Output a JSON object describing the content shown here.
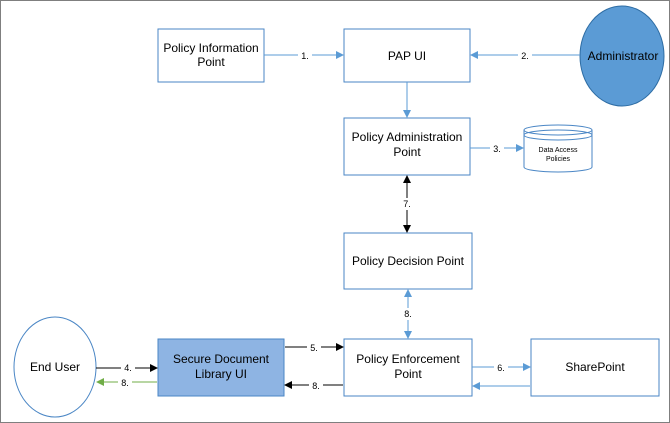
{
  "nodes": {
    "pip": {
      "line1": "Policy Information",
      "line2": "Point"
    },
    "pap_ui": {
      "label": "PAP UI"
    },
    "administrator": {
      "label": "Administrator"
    },
    "pap": {
      "line1": "Policy Administration",
      "line2": "Point"
    },
    "db": {
      "line1": "Data Access",
      "line2": "Policies"
    },
    "pdp": {
      "label": "Policy Decision Point"
    },
    "pep": {
      "line1": "Policy Enforcement",
      "line2": "Point"
    },
    "end_user": {
      "label": "End User"
    },
    "sdl": {
      "line1": "Secure Document",
      "line2": "Library UI"
    },
    "sharepoint": {
      "label": "SharePoint"
    }
  },
  "edges": {
    "e1": "1.",
    "e2": "2.",
    "e3": "3.",
    "e4": "4.",
    "e5": "5.",
    "e6": "6.",
    "e7": "7.",
    "e8_pdp": "8.",
    "e8_pep": "8.",
    "e8_user": "8."
  },
  "colors": {
    "box_border": "#4a86c5",
    "administrator_fill": "#5b9bd5",
    "sdl_fill": "#8eb4e3",
    "arrow_blue": "#5b9bd5",
    "arrow_black": "#000000",
    "arrow_green": "#70ad47"
  }
}
